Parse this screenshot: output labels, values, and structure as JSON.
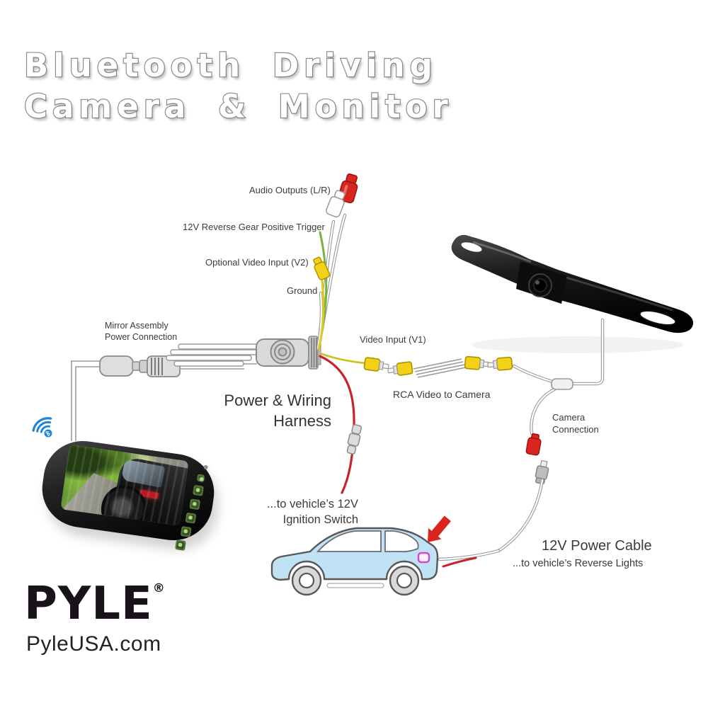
{
  "page": {
    "background": "#ffffff"
  },
  "title": {
    "line1": "Bluetooth Driving",
    "line2": "Camera & Monitor"
  },
  "brand": {
    "logo_text": "PYLE",
    "registered_mark": "®",
    "website": "PyleUSA.com"
  },
  "diagram": {
    "labels": {
      "audio_outputs": "Audio Outputs (L/R)",
      "reverse_trigger": "12V Reverse Gear Positive Trigger",
      "optional_video_v2": "Optional Video Input (V2)",
      "ground": "Ground",
      "mirror_power_1": "Mirror Assembly",
      "mirror_power_2": "Power Connection",
      "harness_1": "Power & Wiring",
      "harness_2": "Harness",
      "video_input_v1": "Video Input (V1)",
      "rca_video_to_camera": "RCA Video to Camera",
      "camera_connection_1": "Camera",
      "camera_connection_2": "Connection",
      "ignition_1": "...to vehicle’s 12V",
      "ignition_2": "Ignition Switch",
      "power_cable": "12V Power Cable",
      "reverse_lights": "...to vehicle’s Reverse Lights"
    },
    "colors": {
      "rca_yellow": "#f2d116",
      "rca_red": "#d9251d",
      "wire_green": "#79b341",
      "wire_red": "#c8222a",
      "wire_gray": "#9a9a9a",
      "car_blue": "#bfe2f4",
      "arrow_red": "#d9251d",
      "bluetooth_blue": "#1e86d6"
    }
  }
}
